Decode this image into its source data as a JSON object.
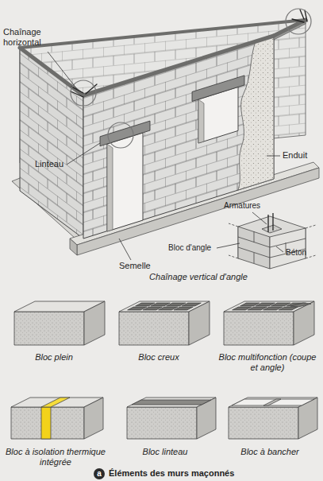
{
  "diagram": {
    "caption": "Éléments des murs maçonnés",
    "nodes": [
      {
        "text": [
          "a"
        ]
      }
    ],
    "labels": [
      "Chaînage horizontal",
      "Linteau",
      "Enduit",
      "Armatures",
      "Bloc d'angle",
      "Béton",
      "Semelle",
      "Chaînage vertical d'angle",
      "Bloc plein",
      "Bloc creux",
      "Bloc multifonction (coupe et angle)",
      "Bloc à isolation thermique intégrée",
      "Bloc linteau",
      "Bloc à bancher"
    ]
  }
}
